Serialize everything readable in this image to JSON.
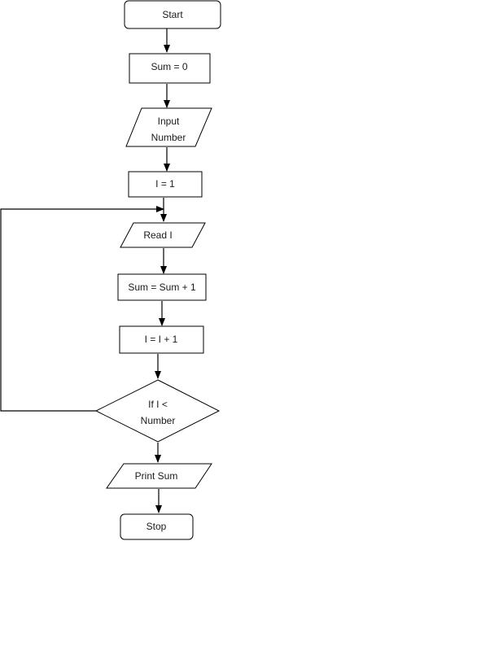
{
  "nodes": {
    "start": "Start",
    "sum_init": "Sum = 0",
    "input_number": [
      "Input",
      "Number"
    ],
    "i_init": "I = 1",
    "read_i": "Read I",
    "sum_update": "Sum = Sum + 1",
    "i_increment": "I = I + 1",
    "decision": [
      "If I <",
      "Number"
    ],
    "print_sum": "Print Sum",
    "stop": "Stop"
  },
  "colors": {
    "stroke": "#000000",
    "fill": "#ffffff",
    "text": "#1a1a1a"
  }
}
